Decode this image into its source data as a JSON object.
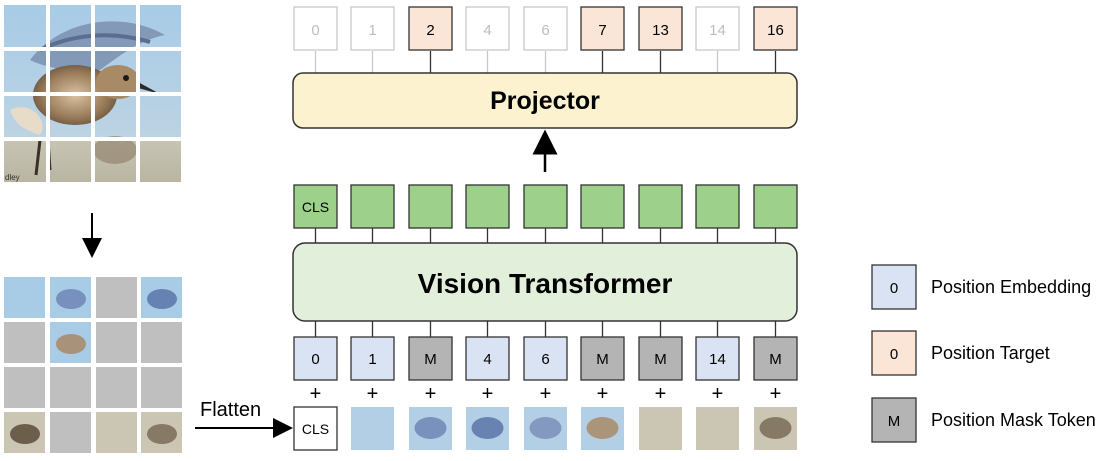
{
  "colors": {
    "embed_fill": "#dae3f3",
    "target_fill": "#fbe5d6",
    "mask_fill": "#b4b4b4",
    "token_fill": "#9dd08a",
    "projector_fill": "#fdf2d0",
    "transformer_fill": "#e2efda",
    "faded_stroke": "#c8c8c8",
    "faded_text": "#bdbdbd",
    "grid_gray": "#bfbfbf",
    "sky": "#9cc3df"
  },
  "projector": {
    "label": "Projector"
  },
  "transformer": {
    "label": "Vision Transformer"
  },
  "cls_label": "CLS",
  "flatten_label": "Flatten",
  "plus_sign": "+",
  "outputs": [
    {
      "label": "0",
      "highlight": false
    },
    {
      "label": "1",
      "highlight": false
    },
    {
      "label": "2",
      "highlight": true
    },
    {
      "label": "4",
      "highlight": false
    },
    {
      "label": "6",
      "highlight": false
    },
    {
      "label": "7",
      "highlight": true
    },
    {
      "label": "13",
      "highlight": true
    },
    {
      "label": "14",
      "highlight": false
    },
    {
      "label": "16",
      "highlight": true
    }
  ],
  "token_row": {
    "first": "CLS",
    "count": 9
  },
  "positions": [
    {
      "label": "0",
      "kind": "embed"
    },
    {
      "label": "1",
      "kind": "embed"
    },
    {
      "label": "M",
      "kind": "mask"
    },
    {
      "label": "4",
      "kind": "embed"
    },
    {
      "label": "6",
      "kind": "embed"
    },
    {
      "label": "M",
      "kind": "mask"
    },
    {
      "label": "M",
      "kind": "mask"
    },
    {
      "label": "14",
      "kind": "embed"
    },
    {
      "label": "M",
      "kind": "mask"
    }
  ],
  "input_row": {
    "first": "CLS"
  },
  "legend": [
    {
      "symbol": "0",
      "kind": "embed",
      "label": "Position Embedding"
    },
    {
      "symbol": "0",
      "kind": "target",
      "label": "Position Target"
    },
    {
      "symbol": "M",
      "kind": "mask",
      "label": "Position Mask Token"
    }
  ],
  "image_watermark": "dley"
}
